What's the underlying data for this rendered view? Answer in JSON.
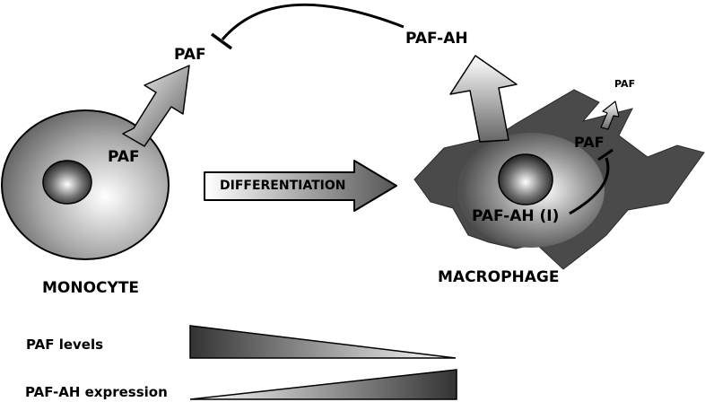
{
  "labels": {
    "paf_top": "PAF",
    "paf_ah_top": "PAF-AH",
    "paf_monocyte": "PAF",
    "paf_macrophage": "PAF",
    "paf_small": "PAF",
    "paf_ah_i": "PAF-AH (I)",
    "differentiation": "DIFFERENTIATION",
    "monocyte": "MONOCYTE",
    "macrophage": "MACROPHAGE",
    "paf_levels": "PAF levels",
    "paf_ah_expression": "PAF-AH expression"
  },
  "colors": {
    "cell_dark": "#555555",
    "cell_light": "#ffffff",
    "nucleus_dark": "#1e1e1e",
    "macrophage_body": "#4a4a4a",
    "arrow_fill_light": "#ffffff",
    "arrow_fill_dark": "#555555",
    "stroke": "#000000"
  },
  "gradients": {
    "paf_levels": {
      "direction": "decreasing"
    },
    "paf_ah_expression": {
      "direction": "increasing"
    }
  }
}
